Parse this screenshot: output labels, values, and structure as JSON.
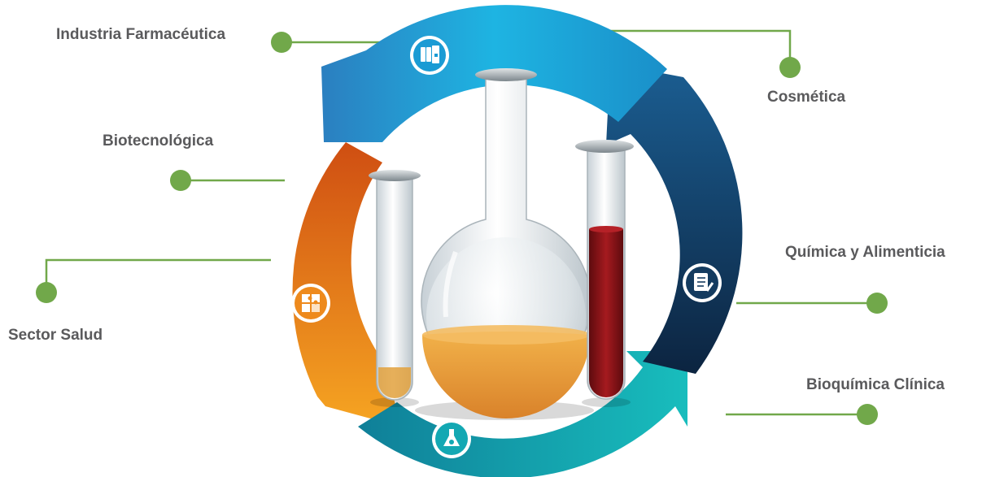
{
  "colors": {
    "connector": "#71a84a",
    "label_text": "#5a5a5c",
    "arrow_top": "#1ea5d6",
    "arrow_right": "#123e63",
    "arrow_bottom": "#14b1b8",
    "arrow_left": "#ea7a15",
    "liquid_flask": "#e8a23a",
    "liquid_tube": "#8a1418"
  },
  "sectors": [
    {
      "label": "Industria Farmacéutica"
    },
    {
      "label": "Biotecnológica"
    },
    {
      "label": "Sector Salud"
    },
    {
      "label": "Cosmética"
    },
    {
      "label": "Química y Alimenticia"
    },
    {
      "label": "Bioquímica Clínica"
    }
  ],
  "icons": [
    "binders-icon",
    "notebook-icon",
    "flask-icon",
    "puzzle-icon"
  ]
}
